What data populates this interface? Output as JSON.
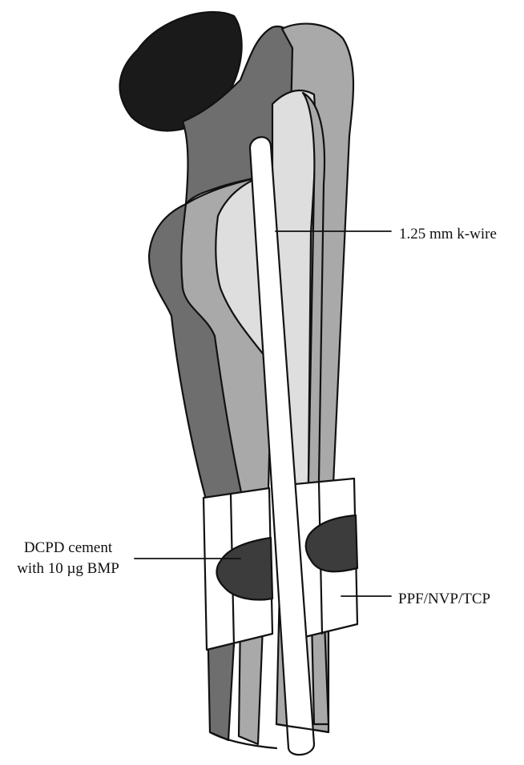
{
  "labels": {
    "kwire": "1.25 mm k-wire",
    "dcpd_line1": "DCPD cement",
    "dcpd_line2": "with 10 µg BMP",
    "ppf": "PPF/NVP/TCP"
  },
  "colors": {
    "femoral_head": "#1a1a1a",
    "cortex_dark": "#6e6e6e",
    "cortex_mid": "#a9a9a9",
    "medulla_light": "#dedede",
    "defect_white": "#ffffff",
    "cement": "#3c3c3c",
    "outline": "#111111"
  }
}
